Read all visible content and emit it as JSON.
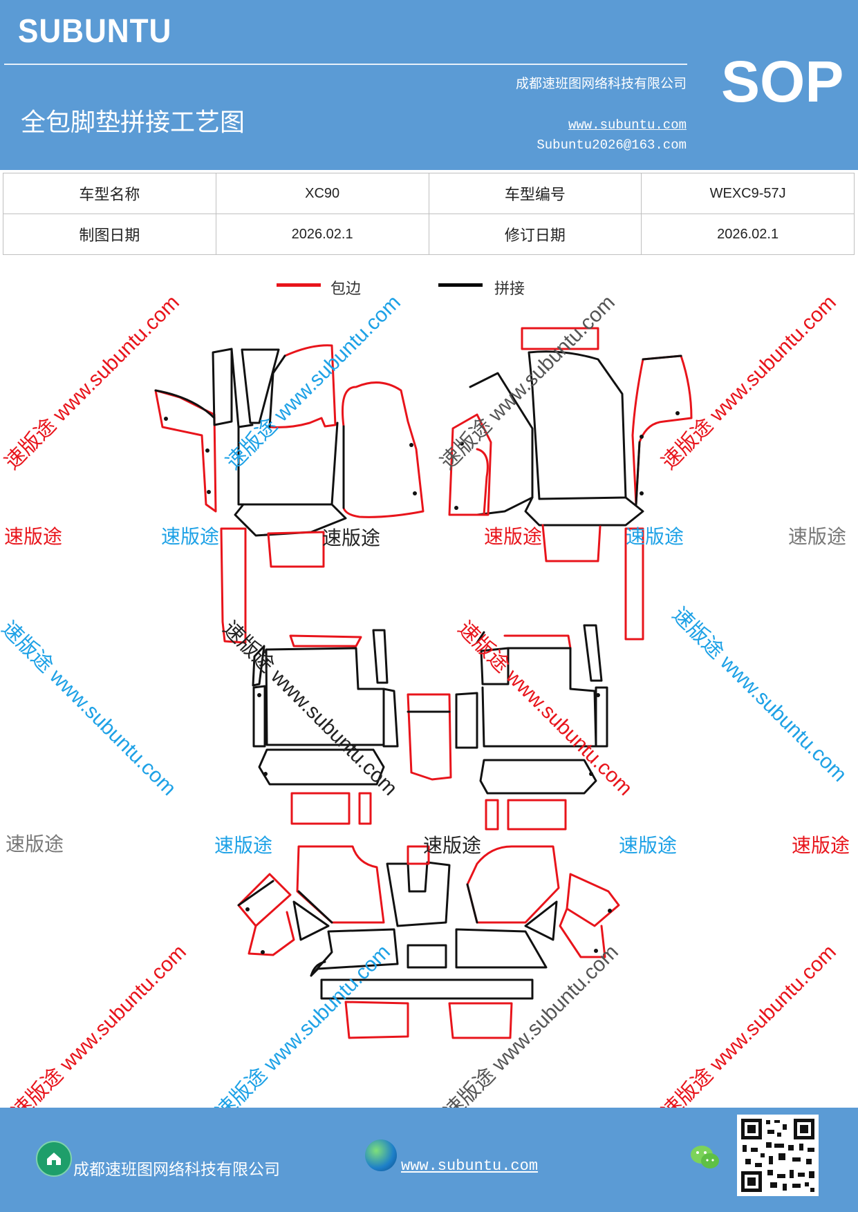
{
  "header": {
    "brand": "SUBUNTU",
    "company": "成都速班图网络科技有限公司",
    "title": "全包脚垫拼接工艺图",
    "website": "www.subuntu.com",
    "email": "Subuntu2026@163.com",
    "badge": "SOP"
  },
  "info_table": {
    "model_name_label": "车型名称",
    "model_name_value": "XC90",
    "model_code_label": "车型编号",
    "model_code_value": "WEXC9-57J",
    "draw_date_label": "制图日期",
    "draw_date_value": "2026.02.1",
    "revise_date_label": "修订日期",
    "revise_date_value": "2026.02.1"
  },
  "legend": {
    "edge_label": "包边",
    "edge_color": "#e8141b",
    "joint_label": "拼接",
    "joint_color": "#000000"
  },
  "watermarks": {
    "brand_cn": "速版途",
    "url": "www.subuntu.com",
    "colors": {
      "red": "#e8141b",
      "blue": "#1da1e6",
      "gray": "#777777",
      "black": "#222222"
    }
  },
  "footer": {
    "company": "成都速班图网络科技有限公司",
    "website": "www.subuntu.com"
  },
  "icons": [
    "home-icon",
    "globe-icon",
    "wechat-icon",
    "qr-code"
  ]
}
